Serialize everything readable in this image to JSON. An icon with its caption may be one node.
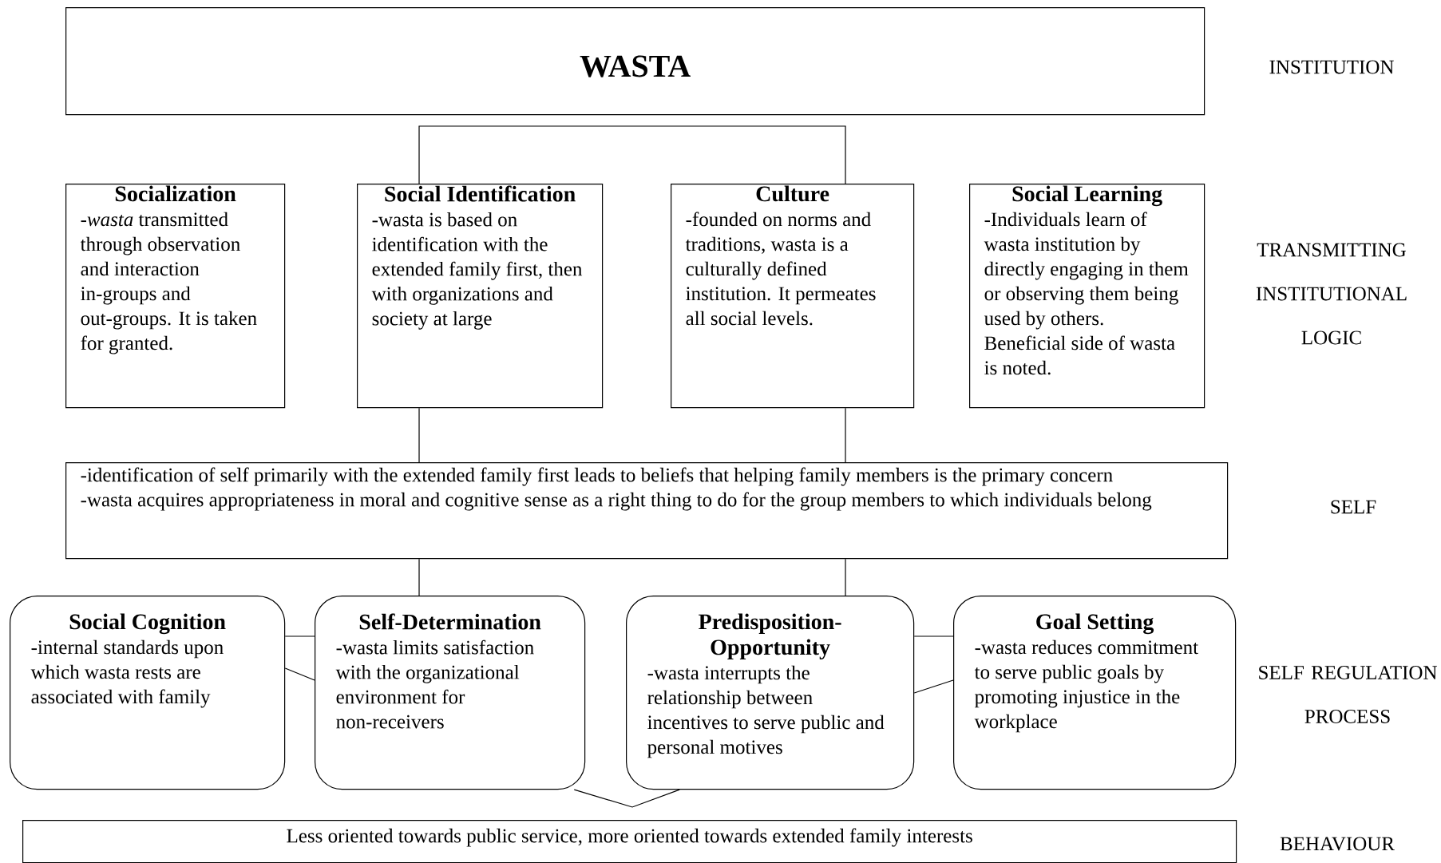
{
  "diagram": {
    "nodes": [
      {
        "text": [
          "WASTA"
        ]
      },
      {
        "text": [
          "Socialization",
          "-*wasta* transmitted through observation and interaction in-groups and out-groups. It is taken for granted."
        ]
      },
      {
        "text": [
          "Social Identification",
          "-wasta is based on identification with the extended family first, then with organizations and society at large"
        ]
      },
      {
        "text": [
          "Culture",
          "-founded on norms and traditions, wasta is a culturally defined institution. It permeates all social levels."
        ]
      },
      {
        "text": [
          "Social Learning",
          "-Individuals learn of wasta institution by directly engaging in them or observing them being used by others. Beneficial side of wasta is noted."
        ]
      },
      {
        "text": [
          "-identification of self primarily with the extended family first leads to beliefs that helping family members is the primary concern",
          "-wasta acquires appropriateness in moral and cognitive sense as a right thing to do for the group members to which individuals belong"
        ]
      },
      {
        "text": [
          "Social Cognition",
          "-internal standards upon which wasta rests are associated with family"
        ]
      },
      {
        "text": [
          "Self-Determination",
          "-wasta limits satisfaction with the organizational environment for non-receivers"
        ]
      },
      {
        "text": [
          "Predisposition-Opportunity",
          "-wasta interrupts the relationship between incentives to serve public and personal motives"
        ]
      },
      {
        "text": [
          "Goal Setting",
          "-wasta reduces commitment to serve public goals by promoting injustice in the workplace"
        ]
      },
      {
        "text": [
          "Less oriented towards public service, more oriented towards extended family interests"
        ]
      }
    ],
    "edges": [
      {
        "from": 2,
        "to": 3,
        "arrow": "none"
      },
      {
        "from": 2,
        "to": 5,
        "arrow": "none"
      },
      {
        "from": 3,
        "to": 5,
        "arrow": "none"
      },
      {
        "from": 5,
        "to": 7,
        "arrow": "none"
      },
      {
        "from": 5,
        "to": 8,
        "arrow": "none"
      },
      {
        "from": 6,
        "to": 7,
        "arrow": "none"
      },
      {
        "from": 6,
        "to": 7,
        "arrow": "none"
      },
      {
        "from": 8,
        "to": 9,
        "arrow": "none"
      },
      {
        "from": 8,
        "to": 9,
        "arrow": "none"
      },
      {
        "from": 7,
        "to": 8,
        "arrow": "none"
      }
    ],
    "labels": [
      "INSTITUTION",
      "TRANSMITTING INSTITUTIONAL LOGIC",
      "SELF",
      "SELF REGULATION PROCESS",
      "BEHAVIOUR"
    ]
  }
}
